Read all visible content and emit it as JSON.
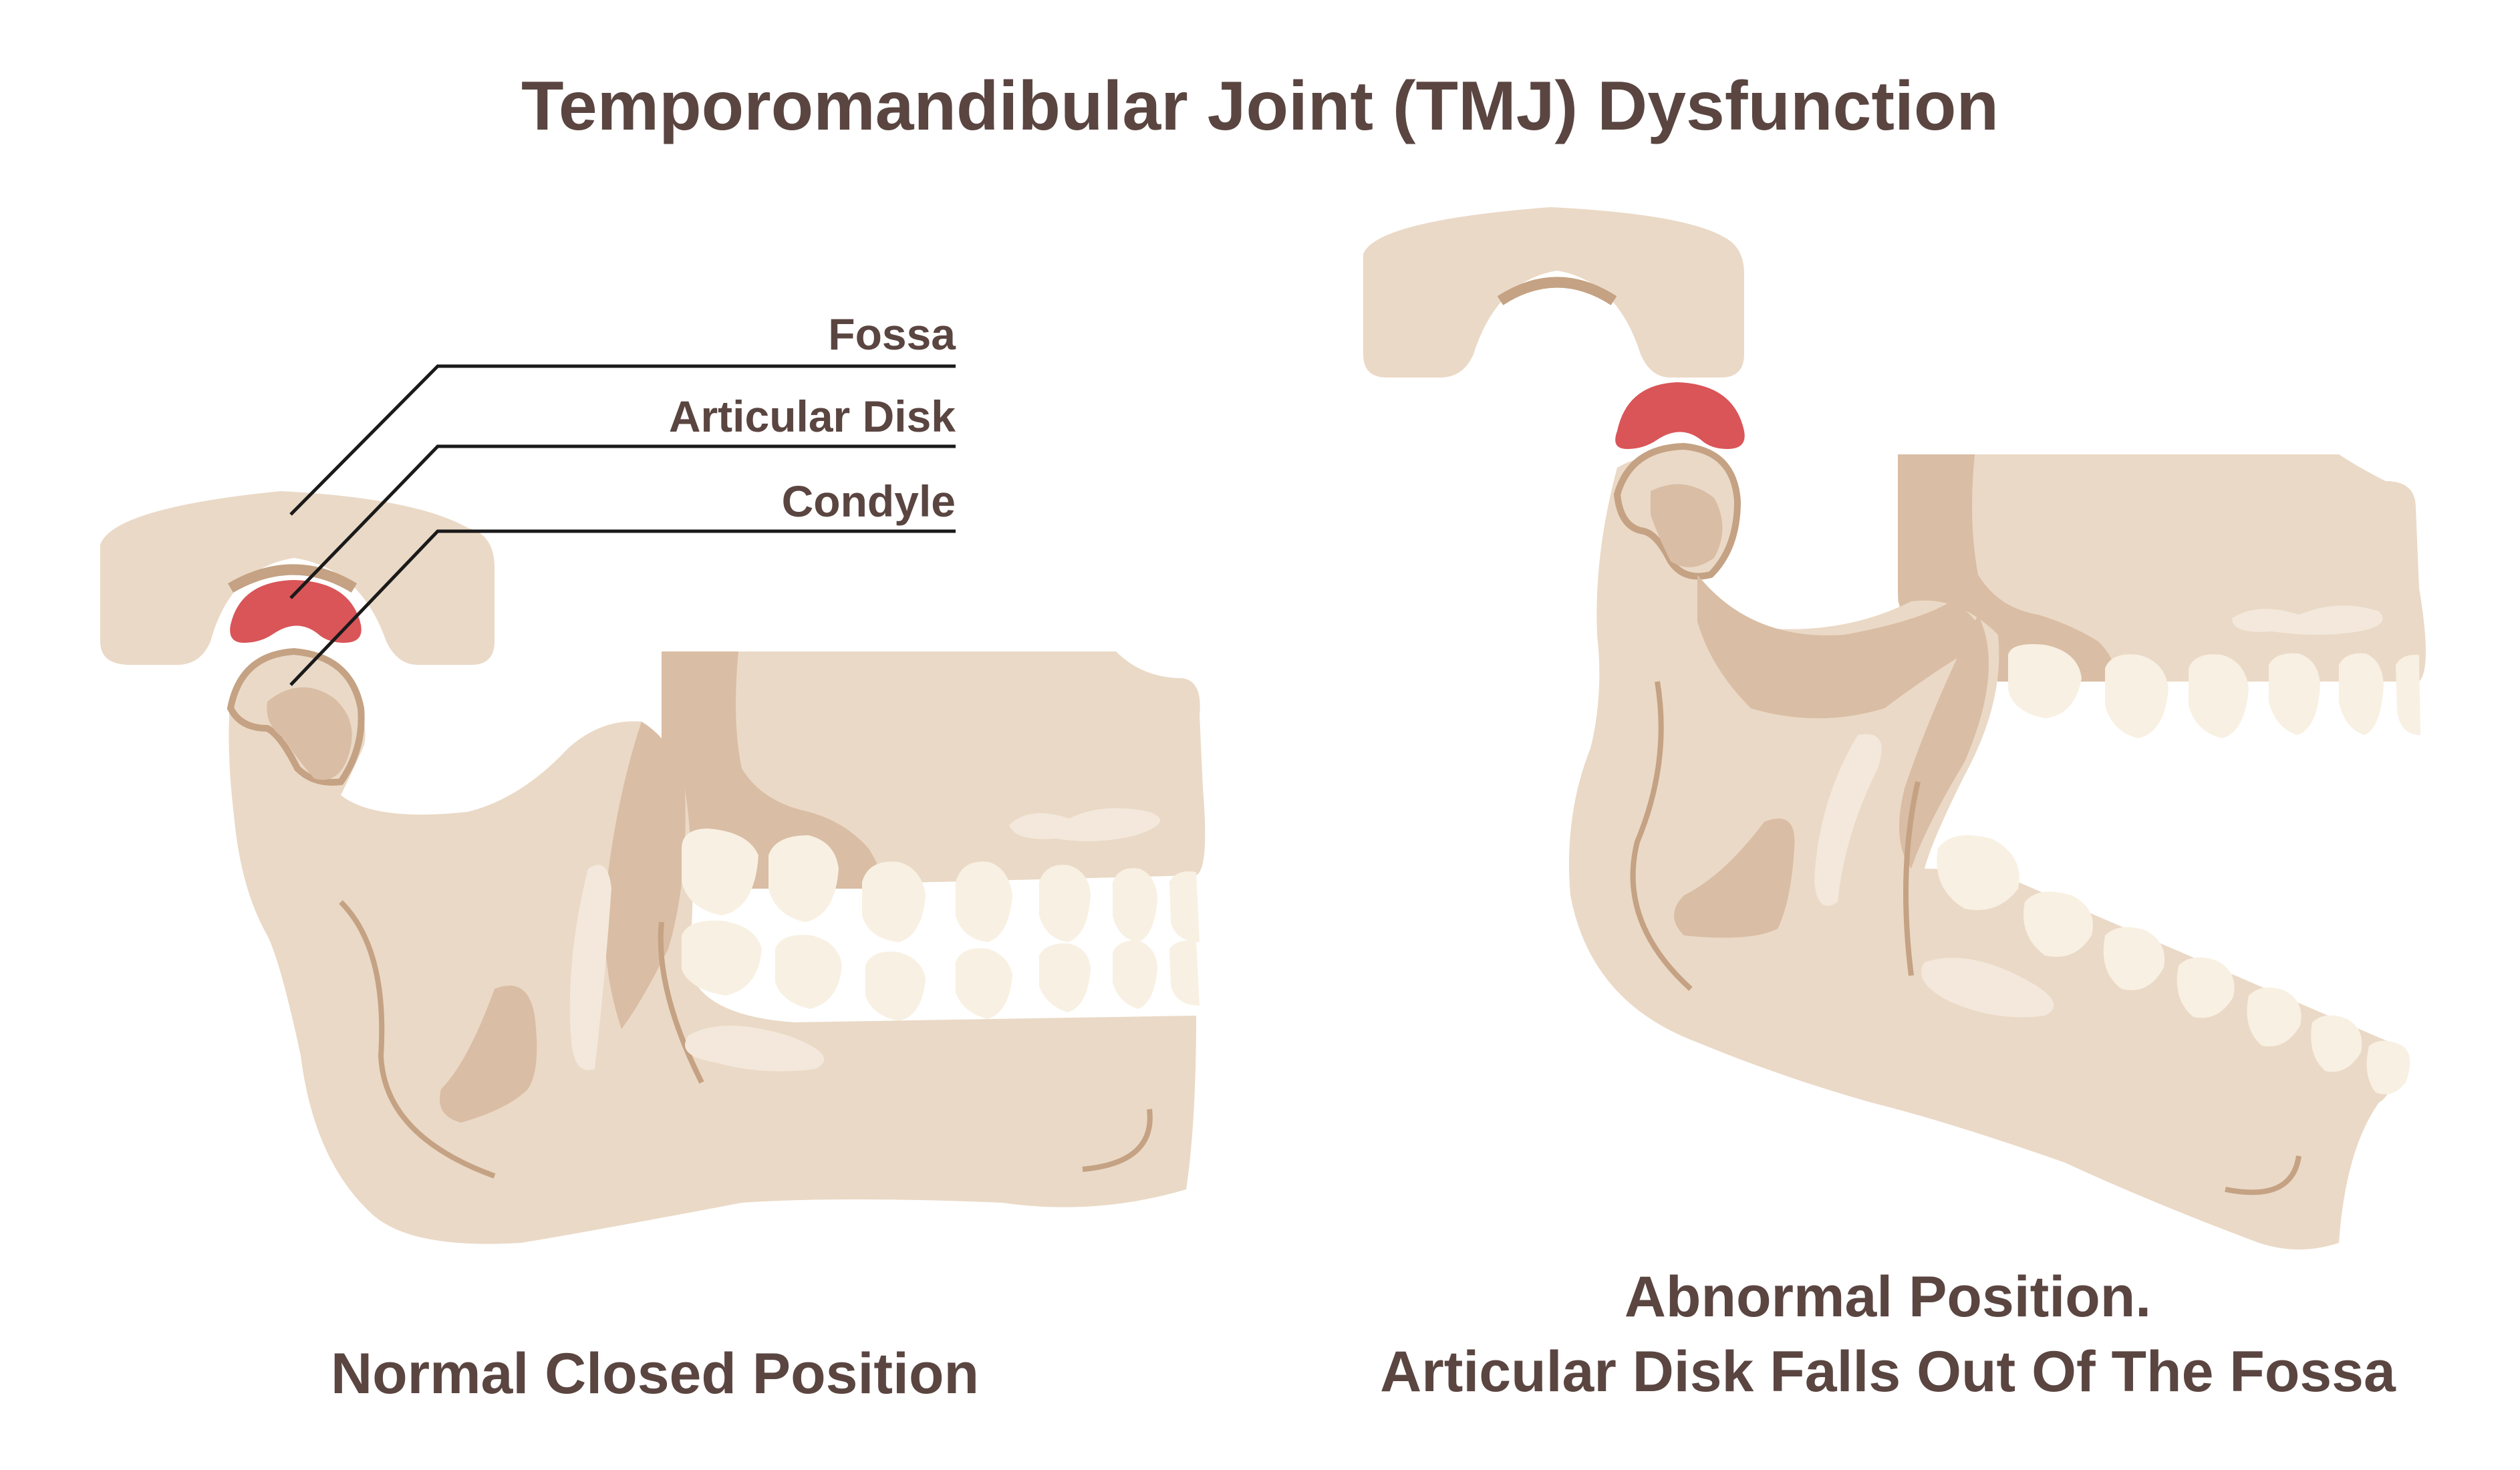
{
  "title": "Temporomandibular Joint (TMJ) Dysfunction",
  "labels": {
    "fossa": "Fossa",
    "disk": "Articular Disk",
    "condyle": "Condyle"
  },
  "captions": {
    "normal": "Normal Closed Position",
    "abnormal_line1": "Abnormal Position.",
    "abnormal_line2": "Articular Disk Falls Out Of The Fossa"
  },
  "colors": {
    "text": "#5a4541",
    "bone": "#ead9c6",
    "bone_shade": "#d9bda4",
    "bone_dark": "#c4a283",
    "tooth": "#f8f0e2",
    "disk": "#d95558",
    "leader_line": "#1a1a1a"
  }
}
